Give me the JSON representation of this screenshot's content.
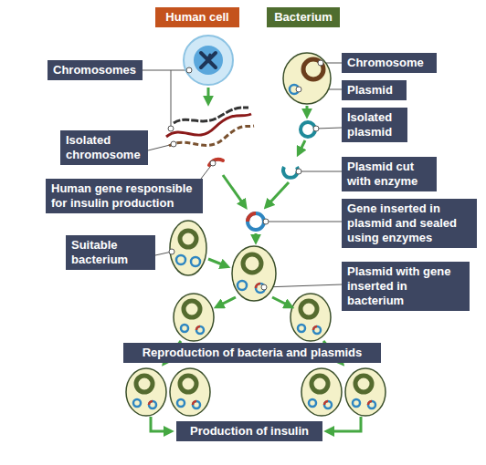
{
  "diagram": {
    "nodes": [
      {
        "text": [
          "Human cell"
        ]
      },
      {
        "text": [
          "Bacterium"
        ]
      },
      {
        "text": [
          "Chromosomes"
        ]
      },
      {
        "text": [
          "Chromosome"
        ]
      },
      {
        "text": [
          "Plasmid"
        ]
      },
      {
        "text": [
          "Isolated plasmid"
        ]
      },
      {
        "text": [
          "Isolated chromosome"
        ]
      },
      {
        "text": [
          "Plasmid cut with enzyme"
        ]
      },
      {
        "text": [
          "Human gene responsible for insulin production"
        ]
      },
      {
        "text": [
          "Gene inserted in plasmid and sealed using enzymes"
        ]
      },
      {
        "text": [
          "Suitable bacterium"
        ]
      },
      {
        "text": [
          "Plasmid with gene inserted in bacterium"
        ]
      },
      {
        "text": [
          "Reproduction of bacteria and plasmids"
        ]
      },
      {
        "text": [
          "Production of insulin"
        ]
      }
    ]
  }
}
